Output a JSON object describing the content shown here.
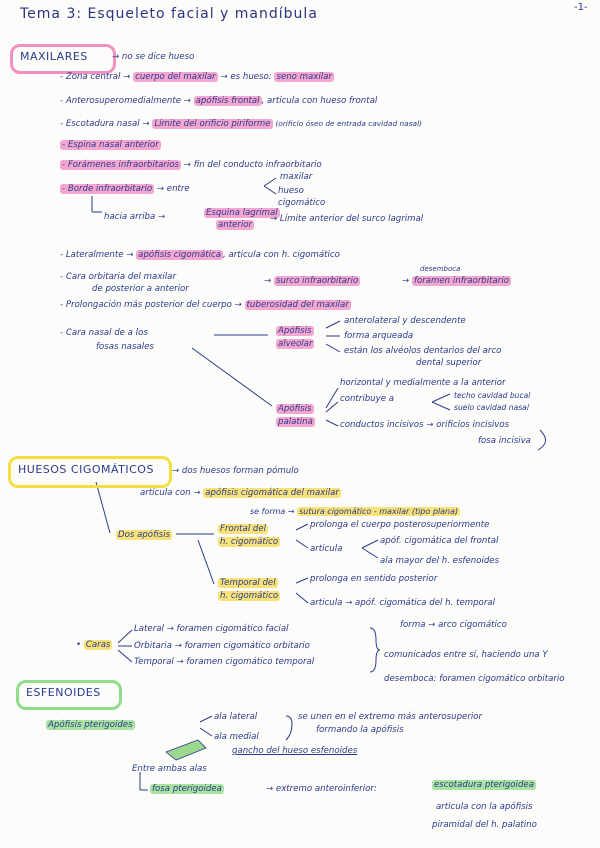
{
  "page_number": "-1-",
  "title": "Tema 3: Esqueleto facial y mandíbula",
  "maxilares": {
    "heading": "MAXILARES",
    "note": "→ no se dice hueso",
    "l1a": "- Zona central →",
    "l1b": "cuerpo del maxilar",
    "l1c": "→ es hueso:",
    "l1d": "seno maxilar",
    "l2a": "- Anterosuperomedialmente →",
    "l2b": "apófisis frontal",
    "l2c": ", articula con hueso frontal",
    "l3a": "- Escotadura nasal →",
    "l3b": "Límite del orificio piriforme",
    "l3c": "(orificio óseo de entrada cavidad nasal)",
    "l4": "- Espina nasal anterior",
    "l5a": "- Forámenes infraorbitarios",
    "l5b": "→ fin del conducto infraorbitario",
    "l6a": "- Borde infraorbitario",
    "l6b": "→ entre",
    "l6c": "maxilar",
    "l6d": "hueso",
    "l6e": "cigomático",
    "l7a": "hacia arriba →",
    "l7b": "Esquina lagrimal",
    "l7c": "anterior",
    "l7d": "→ Límite anterior del surco lagrimal",
    "l8a": "- Lateralmente →",
    "l8b": "apófisis cigomática",
    "l8c": ", articula con h. cigomático",
    "l9a": "- Cara orbitaria del maxilar",
    "l9b": "de posterior a anterior",
    "l9c": "→",
    "l9d": "surco infraorbitario",
    "l9e": "desemboca",
    "l9f": "foramen infraorbitario",
    "l10a": "- Prolongación más posterior del cuerpo →",
    "l10b": "tuberosidad del maxilar",
    "l11a": "- Cara nasal de a los",
    "l11b": "fosas nasales",
    "alv1": "Apófisis",
    "alv2": "alveolar",
    "alv_a": "anterolateral y descendente",
    "alv_b": "forma arqueada",
    "alv_c": "están los alvéolos dentarios del arco",
    "alv_d": "dental superior",
    "pal1": "Apófisis",
    "pal2": "palatina",
    "pal_a": "horizontal y medialmente a la anterior",
    "pal_b": "contribuye a",
    "pal_c": "techo cavidad bucal",
    "pal_d": "suelo cavidad nasal",
    "pal_e": "conductos incisivos → orificios incisivos",
    "pal_f": "fosa incisiva"
  },
  "cigomaticos": {
    "heading": "HUESOS CIGOMÁTICOS",
    "h_note": "→ dos huesos forman pómulo",
    "a1": "articula con →",
    "a2": "apófisis cigomática del maxilar",
    "a3": "se forma",
    "a4": "sutura cigomático - maxilar (tipo plana)",
    "dos": "Dos apófisis",
    "fr1": "Frontal del",
    "fr2": "h. cigomático",
    "fr_a": "prolonga el cuerpo posterosuperiormente",
    "fr_b": "articula",
    "fr_c": "apóf. cigomática del frontal",
    "fr_d": "ala mayor del h. esfenoides",
    "tp1": "Temporal del",
    "tp2": "h. cigomático",
    "tp_a": "prolonga en sentido posterior",
    "tp_b": "articula → apóf. cigomática del h. temporal",
    "tp_c": "forma → arco cigomático",
    "caras": "Caras",
    "c1": "Lateral → foramen cigomático facial",
    "c2": "Orbitaria → foramen cigomático orbitario",
    "c3": "Temporal → foramen cigomático temporal",
    "c_r1": "comunicados entre sí, haciendo una Y",
    "c_r2": "desemboca: foramen cigomático orbitario"
  },
  "esfenoides": {
    "heading": "ESFENOIDES",
    "p1": "Apófisis pterigoides",
    "p2": "ala lateral",
    "p3": "ala medial",
    "p4": "se unen en el extremo más anterosuperior",
    "p5": "formando la apófisis",
    "p6": "gancho del hueso esfenoides",
    "p7": "Entre ambas alas",
    "p8": "fosa pterigoidea",
    "p9": "→ extremo anteroinferior:",
    "p10": "escotadura pterigoidea",
    "p11": "articula con la apófisis",
    "p12": "piramidal del h. palatino"
  },
  "colors": {
    "ink": "#2c3a8c",
    "pink": "#f3a6cf",
    "yellow": "#f7e27a",
    "green": "#a9e3a0"
  }
}
